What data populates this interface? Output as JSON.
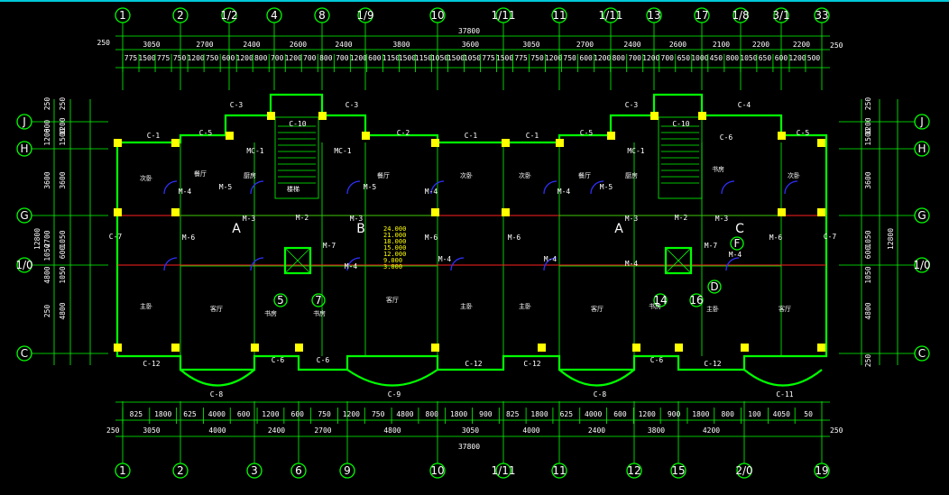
{
  "top_axes": [
    "1",
    "2",
    "1/2",
    "4",
    "8",
    "1/9",
    "10",
    "1/11",
    "11",
    "1/11",
    "13",
    "17",
    "1/8",
    "3/1",
    "33"
  ],
  "bottom_axes": [
    "1",
    "2",
    "3",
    "6",
    "9",
    "10",
    "1/11",
    "11",
    "12",
    "15",
    "2/0",
    "19"
  ],
  "left_axes": [
    "J",
    "H",
    "G",
    "1/0",
    "C"
  ],
  "right_axes": [
    "J",
    "H",
    "G",
    "1/0",
    "C"
  ],
  "total_width": "37800",
  "top_dims_row1": [
    "3050",
    "2700",
    "2400",
    "2600",
    "2400",
    "3800",
    "3600",
    "3050",
    "2700",
    "2400",
    "2600",
    "2100",
    "2200",
    "2200"
  ],
  "top_dims_row2": [
    "775",
    "1500",
    "775",
    "750",
    "1200",
    "750",
    "600",
    "1200",
    "800",
    "700",
    "1200",
    "700",
    "800",
    "700",
    "1200",
    "600",
    "1150",
    "1500",
    "1150",
    "1050",
    "1500",
    "1050",
    "775",
    "1500",
    "775",
    "750",
    "1200",
    "750",
    "600",
    "1200",
    "800",
    "700",
    "1200",
    "700",
    "650",
    "1000",
    "450",
    "800",
    "1050",
    "650",
    "600",
    "1200",
    "500"
  ],
  "top_margin_dim": "250",
  "bottom_dims_row1": [
    "825",
    "1800",
    "625",
    "4000",
    "600",
    "1200",
    "600",
    "750",
    "1200",
    "750",
    "4800",
    "800",
    "1800",
    "900",
    "825",
    "1800",
    "625",
    "4000",
    "600",
    "1200",
    "900",
    "1800",
    "800",
    "100",
    "4050",
    "50"
  ],
  "bottom_dims_row2": [
    "3050",
    "4000",
    "2400",
    "2700",
    "4800",
    "3050",
    "4000",
    "2400",
    "3800",
    "4200"
  ],
  "bottom_margin_dim": "250",
  "left_dims_outer": [
    "250",
    "600",
    "1200",
    "3600",
    "2700",
    "1050",
    "4800",
    "250"
  ],
  "left_dims_inner": [
    "250",
    "1200",
    "1500",
    "3600",
    "1050",
    "600",
    "1050",
    "4800"
  ],
  "left_total": "12800",
  "right_dims": [
    "250",
    "1200",
    "1500",
    "3600",
    "1050",
    "600",
    "1050",
    "4800",
    "250"
  ],
  "right_total": "12800",
  "elevation_labels": [
    "24.000",
    "21.000",
    "18.000",
    "15.000",
    "12.000",
    "9.000",
    "3.000"
  ],
  "window_labels": [
    "C-3",
    "C-3",
    "C-10",
    "C-1",
    "C-5",
    "C-2",
    "C-1",
    "C-1",
    "C-5",
    "C-3",
    "C-10",
    "C-4",
    "C-6",
    "C-5",
    "C-7",
    "C-7",
    "C-12",
    "C-6",
    "C-6",
    "C-12",
    "C-12",
    "C-6",
    "C-12",
    "C-8",
    "C-9",
    "C-8",
    "C-11"
  ],
  "door_labels": [
    "M-4",
    "M-5",
    "MC-1",
    "MC-1",
    "M-5",
    "M-4",
    "M-3",
    "M-2",
    "M-3",
    "M-6",
    "M-7",
    "M-4",
    "M-6",
    "M-4",
    "M-6",
    "M-4",
    "M-4",
    "M-5",
    "MC-1",
    "M-3",
    "M-2",
    "M-3",
    "M-7",
    "M-6",
    "M-4",
    "M-4"
  ],
  "section_letters": [
    "A",
    "B",
    "A",
    "C"
  ],
  "callouts": [
    "5",
    "7",
    "14",
    "16",
    "D",
    "F"
  ],
  "room_labels": {
    "bedroom_secondary": "次卧",
    "bedroom_master": "主卧",
    "living": "客厅",
    "dining": "餐厅",
    "kitchen": "厨房",
    "study": "书房",
    "stair": "楼梯"
  },
  "colors": {
    "grid_line": "#00ff00",
    "column": "#ffff00",
    "door_swing": "#3030ff",
    "axis_red": "#ff2020",
    "background": "#000000",
    "top_bar": "#00c8d8"
  }
}
